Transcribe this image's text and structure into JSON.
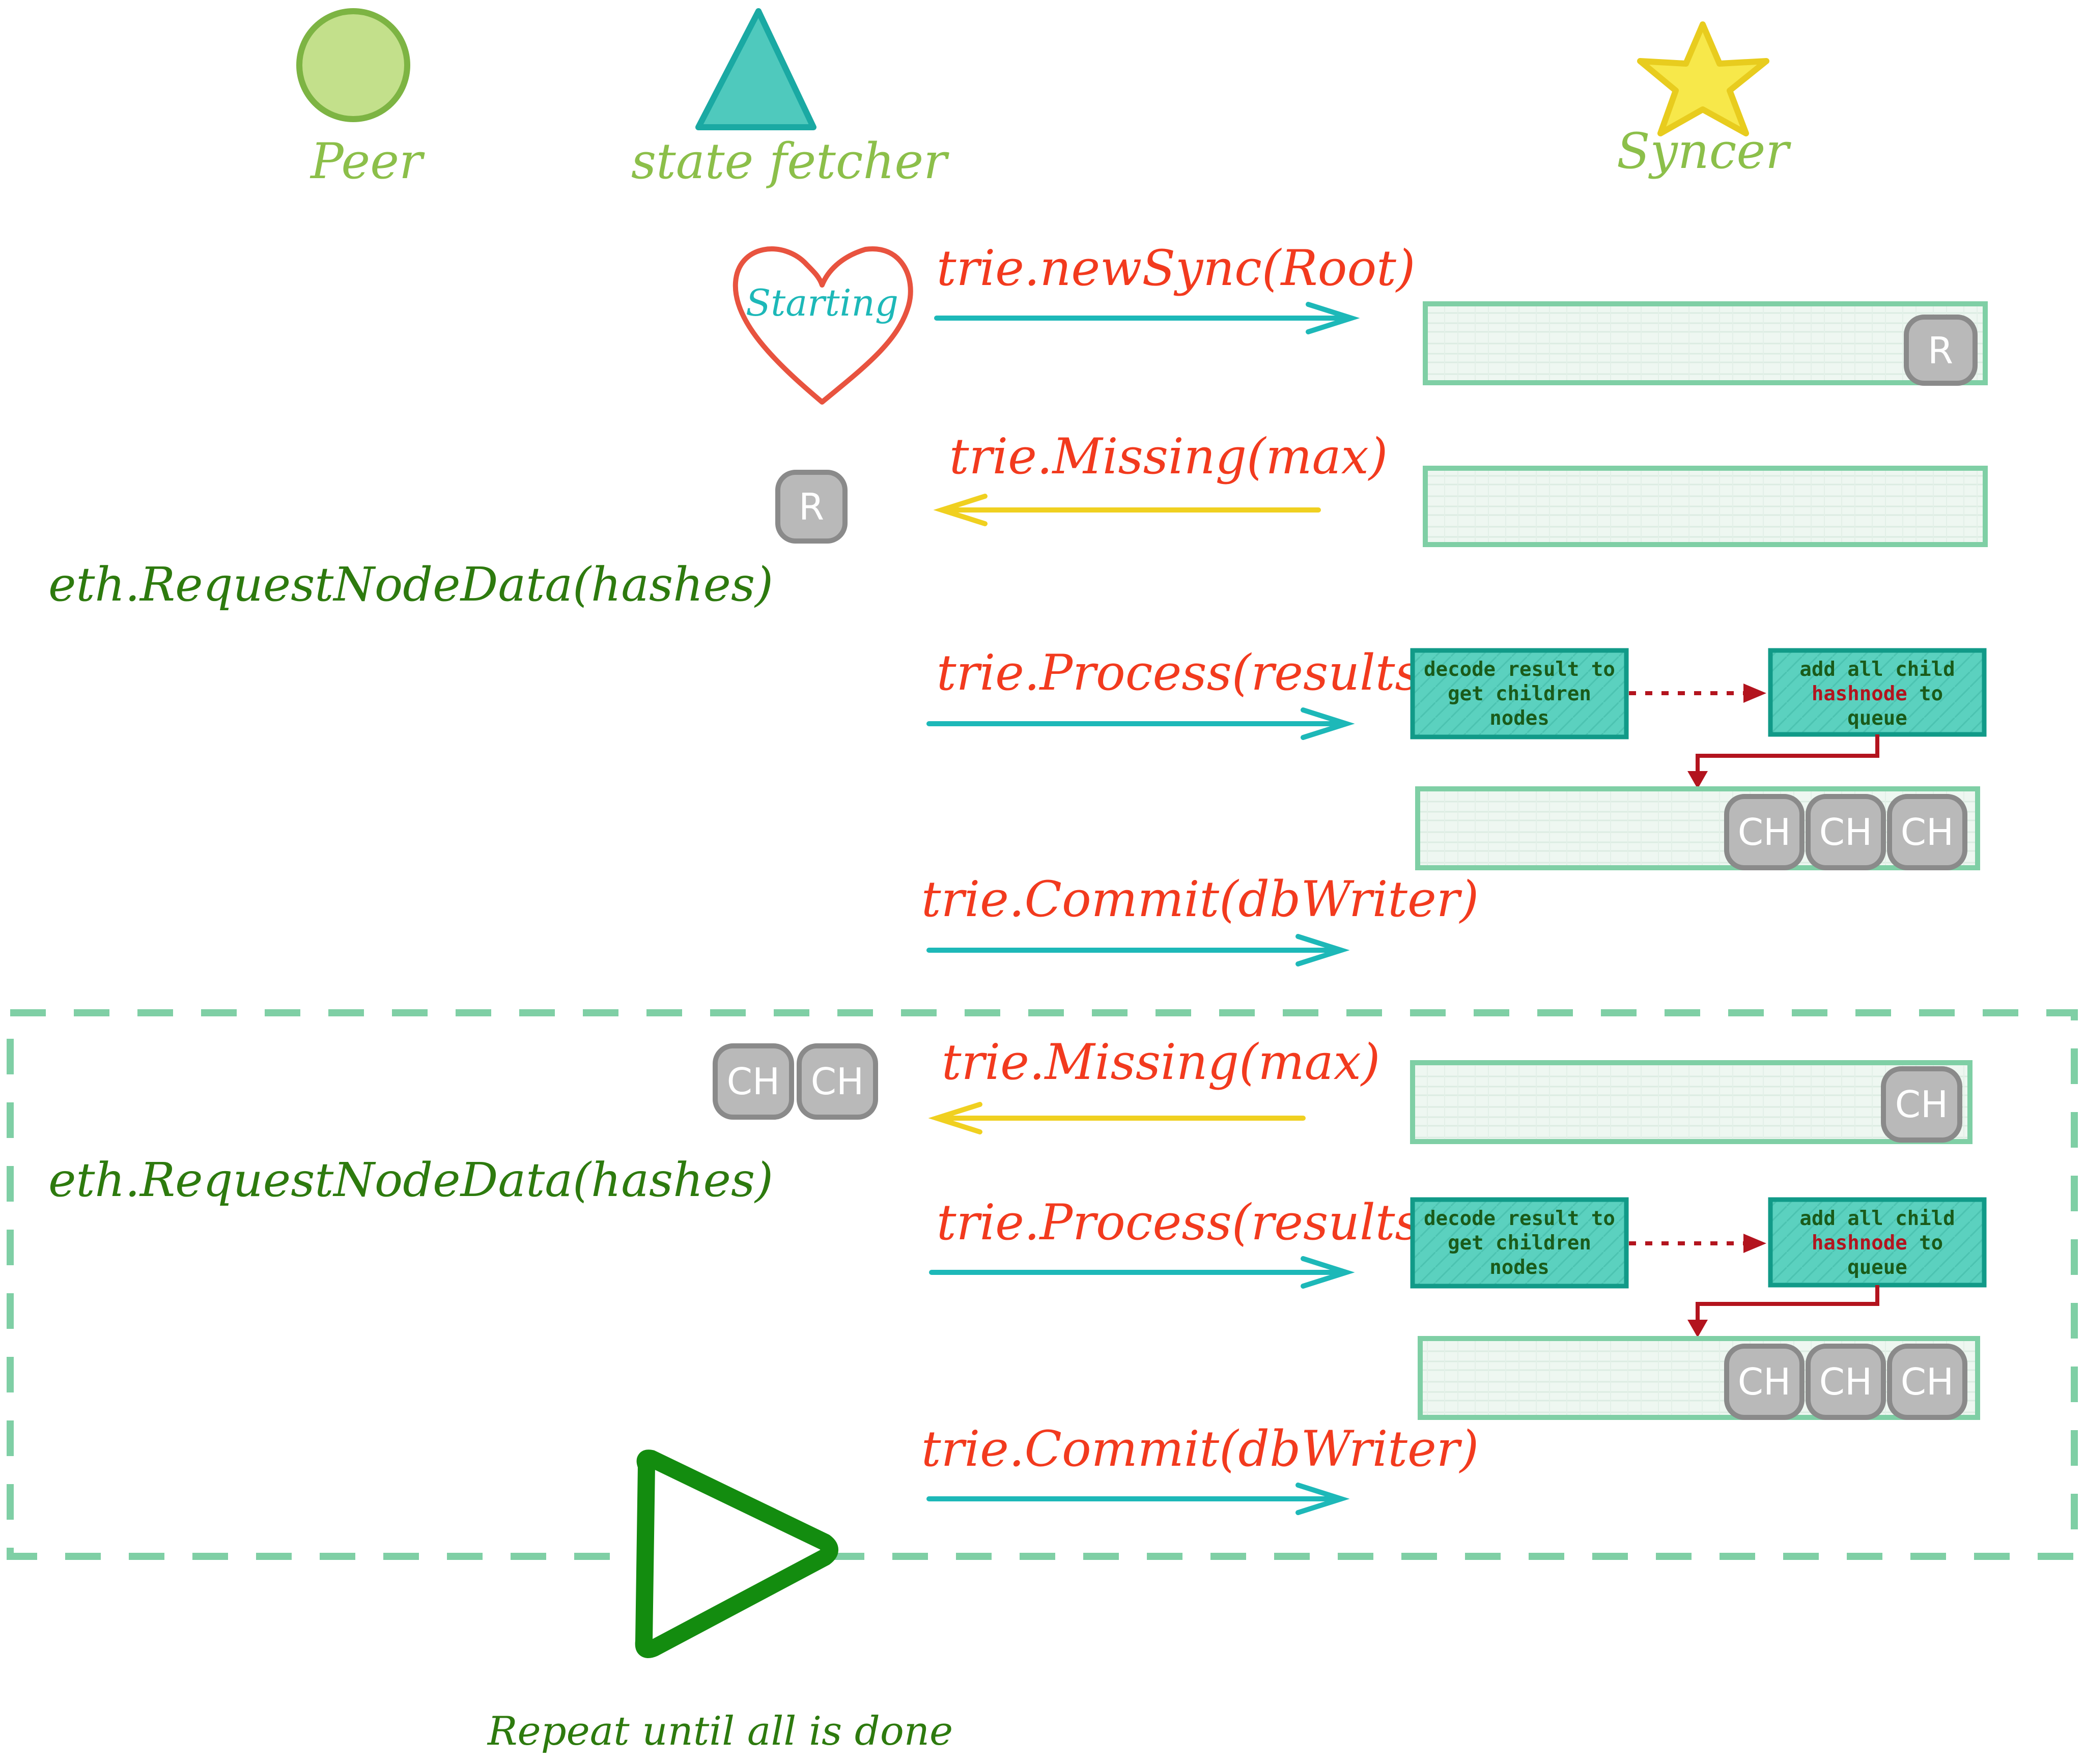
{
  "colors": {
    "actor_label": "#8cbf4a",
    "peer_fill": "#c3e08b",
    "peer_stroke": "#7db443",
    "fetcher_fill": "#4fc9bd",
    "fetcher_stroke": "#1aa9a3",
    "syncer_fill": "#f7e84a",
    "syncer_stroke": "#e8cc1e",
    "call_text": "#f23a1e",
    "peer_call_text": "#2d7a0e",
    "arrow_cyan": "#1db8b8",
    "arrow_yellow": "#f0d020",
    "queue_fill": "#eef7f1",
    "queue_stroke": "#7fcfa5",
    "node_fill": "#b9b9b9",
    "node_stroke": "#8a8a8a",
    "step_fill": "#5bd1bf",
    "step_stroke": "#119a88",
    "step_text": "#1a5b1a",
    "hashnode_text": "#b3141e",
    "flow_arrow": "#b3141e",
    "loop_border": "#7fcfa5",
    "play_icon": "#138c0f",
    "heart": "#e8533f",
    "starting_text": "#1db8b8"
  },
  "actors": {
    "peer": "Peer",
    "fetcher": "state fetcher",
    "syncer": "Syncer"
  },
  "start_label": "Starting",
  "calls": {
    "new_sync": "trie.newSync(Root)",
    "missing_1": "trie.Missing(max)",
    "process_1": "trie.Process(results)",
    "commit_1": "trie.Commit(dbWriter)",
    "missing_2": "trie.Missing(max)",
    "process_2": "trie.Process(results)",
    "commit_2": "trie.Commit(dbWriter)"
  },
  "peer_calls": {
    "request_1": "eth.RequestNodeData(hashes)",
    "request_2": "eth.RequestNodeData(hashes)"
  },
  "nodes": {
    "root": "R",
    "child": "CH"
  },
  "steps": {
    "decode_line1": "decode result to",
    "decode_line2": "get children",
    "decode_line3": "nodes",
    "add_line1": "add all child",
    "add_hashnode": "hashnode",
    "add_to": " to",
    "add_line3": "queue"
  },
  "loop_caption": "Repeat until all is done",
  "icons": {
    "peer": "circle-icon",
    "fetcher": "triangle-icon",
    "syncer": "star-icon",
    "start": "heart-icon",
    "loop": "play-icon"
  }
}
